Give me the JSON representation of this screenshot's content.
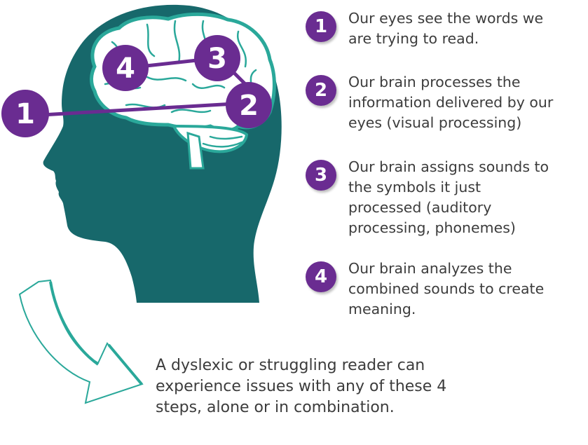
{
  "colors": {
    "head": "#17686b",
    "brain_outline": "#2aa89a",
    "purple": "#6a2c91",
    "text": "#3c3c3c"
  },
  "diagram_badges": [
    "1",
    "2",
    "3",
    "4"
  ],
  "steps": [
    {
      "number": "1",
      "text": "Our eyes see the words we are trying to read."
    },
    {
      "number": "2",
      "text": "Our brain processes the information delivered by our eyes (visual processing)"
    },
    {
      "number": "3",
      "text": "Our brain assigns sounds to the symbols it just processed (auditory processing, phonemes)"
    },
    {
      "number": "4",
      "text": "Our brain analyzes the combined sounds to create meaning."
    }
  ],
  "footer": "A dyslexic or struggling reader can experience issues with any of these 4 steps, alone or in combination."
}
